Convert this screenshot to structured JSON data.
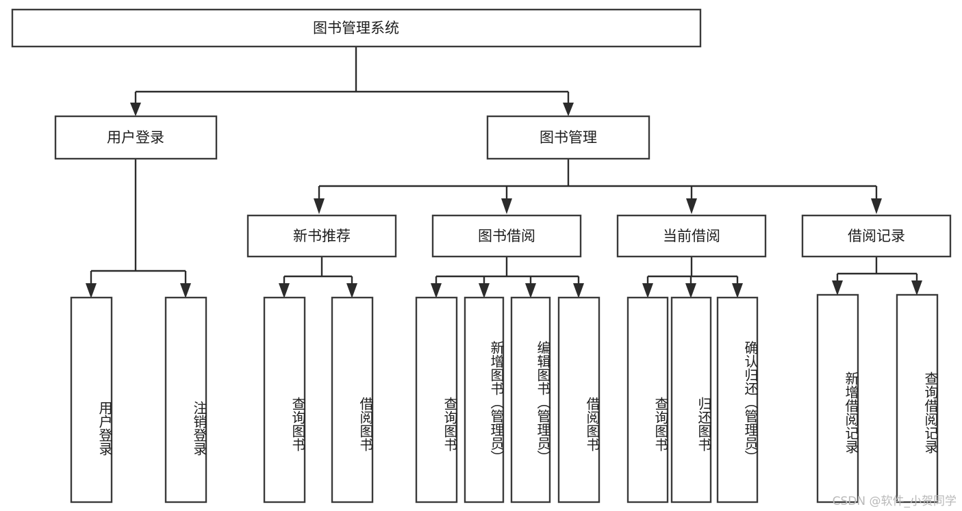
{
  "diagram": {
    "title": "图书管理系统",
    "type": "tree-hierarchy",
    "watermark": "CSDN @软件_小贺同学",
    "colors": {
      "box_stroke": "#3a3a3a",
      "connector": "#2b2b2b",
      "text": "#1c1c1c",
      "background": "#ffffff",
      "watermark": "#b9b9b9"
    },
    "levels": {
      "root": {
        "label": "图书管理系统"
      },
      "level2": [
        {
          "id": "user-login",
          "label": "用户登录"
        },
        {
          "id": "book-management",
          "label": "图书管理"
        }
      ],
      "level3": [
        {
          "id": "new-book-recommend",
          "label": "新书推荐",
          "parent": "book-management"
        },
        {
          "id": "book-borrow",
          "label": "图书借阅",
          "parent": "book-management"
        },
        {
          "id": "current-borrow",
          "label": "当前借阅",
          "parent": "book-management"
        },
        {
          "id": "borrow-record",
          "label": "借阅记录",
          "parent": "book-management"
        }
      ],
      "leaves": [
        {
          "id": "leaf-user-login",
          "label": "用户登录",
          "parent": "user-login"
        },
        {
          "id": "leaf-logout-login",
          "label": "注销登录",
          "parent": "user-login"
        },
        {
          "id": "leaf-query-book-1",
          "label": "查询图书",
          "parent": "new-book-recommend"
        },
        {
          "id": "leaf-borrow-book-1",
          "label": "借阅图书",
          "parent": "new-book-recommend"
        },
        {
          "id": "leaf-query-book-2",
          "label": "查询图书",
          "parent": "book-borrow"
        },
        {
          "id": "leaf-add-book",
          "label": "新增图书（管理员）",
          "parent": "book-borrow"
        },
        {
          "id": "leaf-edit-book",
          "label": "编辑图书（管理员）",
          "parent": "book-borrow"
        },
        {
          "id": "leaf-borrow-book-2",
          "label": "借阅图书",
          "parent": "book-borrow"
        },
        {
          "id": "leaf-query-book-3",
          "label": "查询图书",
          "parent": "current-borrow"
        },
        {
          "id": "leaf-return-book",
          "label": "归还图书",
          "parent": "current-borrow"
        },
        {
          "id": "leaf-confirm-return",
          "label": "确认归还（管理员）",
          "parent": "current-borrow"
        },
        {
          "id": "leaf-add-record",
          "label": "新增借阅记录",
          "parent": "borrow-record"
        },
        {
          "id": "leaf-query-record",
          "label": "查询借阅记录",
          "parent": "borrow-record"
        }
      ]
    }
  }
}
